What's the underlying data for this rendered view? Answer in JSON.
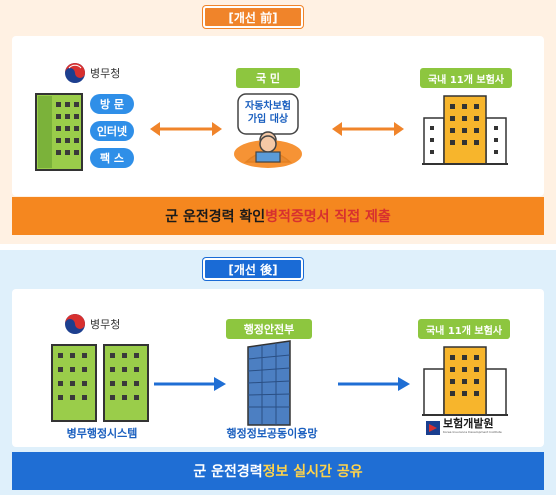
{
  "before": {
    "tab": "[개선 前]",
    "agency": "병무청",
    "channels": [
      "방 문",
      "인터넷",
      "팩 스"
    ],
    "citizen_label": "국  민",
    "citizen_bubble_line1": "자동차보험",
    "citizen_bubble_line2": "가입 대상",
    "insurer_label": "국내 11개 보험사",
    "banner_prefix": "군 운전경력 확인 ",
    "banner_highlight": "병적증명서 직접 제출"
  },
  "after": {
    "tab": "[개선 後]",
    "agency": "병무청",
    "system_label": "병무행정시스템",
    "ministry_label": "행정안전부",
    "network_label": "행정정보공동이용망",
    "insurer_label": "국내 11개 보험사",
    "kidi_name": "보험개발원",
    "kidi_sub": "Korea Insurance Development Institute",
    "banner_prefix": "군 운전경력 ",
    "banner_highlight": "정보 실시간 공유"
  },
  "colors": {
    "orange": "#f5871f",
    "blue": "#1f6ed4",
    "green": "#8dc63f"
  }
}
